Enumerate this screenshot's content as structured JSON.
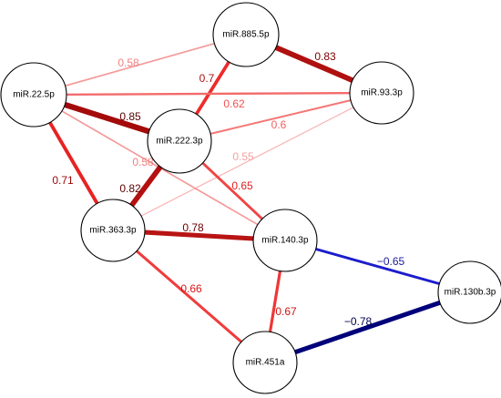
{
  "nodes": [
    {
      "id": "miR.885.5p",
      "label": "miR.885.5p"
    },
    {
      "id": "miR.22.5p",
      "label": "miR.22.5p"
    },
    {
      "id": "miR.93.3p",
      "label": "miR.93.3p"
    },
    {
      "id": "miR.222.3p",
      "label": "miR.222.3p"
    },
    {
      "id": "miR.363.3p",
      "label": "miR.363.3p"
    },
    {
      "id": "miR.140.3p",
      "label": "miR.140.3p"
    },
    {
      "id": "miR.130b.3p",
      "label": "miR.130b.3p"
    },
    {
      "id": "miR.451a",
      "label": "miR.451a"
    }
  ],
  "edges": [
    {
      "source": "miR.22.5p",
      "target": "miR.885.5p",
      "weight": 0.58,
      "label": "0.58",
      "color": "#f59a9a",
      "label_color": "#f08080"
    },
    {
      "source": "miR.885.5p",
      "target": "miR.93.3p",
      "weight": 0.83,
      "label": "0.83",
      "color": "#b01010",
      "label_color": "#7a0000"
    },
    {
      "source": "miR.885.5p",
      "target": "miR.222.3p",
      "weight": 0.7,
      "label": "0.7",
      "color": "#ee2a2a",
      "label_color": "#b01010"
    },
    {
      "source": "miR.22.5p",
      "target": "miR.93.3p",
      "weight": 0.62,
      "label": "0.62",
      "color": "#f36a6a",
      "label_color": "#f05050"
    },
    {
      "source": "miR.22.5p",
      "target": "miR.222.3p",
      "weight": 0.85,
      "label": "0.85",
      "color": "#a40a0a",
      "label_color": "#5a0000"
    },
    {
      "source": "miR.222.3p",
      "target": "miR.93.3p",
      "weight": 0.6,
      "label": "0.6",
      "color": "#f47878",
      "label_color": "#f06060"
    },
    {
      "source": "miR.363.3p",
      "target": "miR.93.3p",
      "weight": 0.55,
      "label": "0.55",
      "color": "#f8b4b4",
      "label_color": "#f5a0a0"
    },
    {
      "source": "miR.22.5p",
      "target": "miR.140.3p",
      "weight": 0.58,
      "label": "0.58",
      "color": "#f59a9a",
      "label_color": "#f08080"
    },
    {
      "source": "miR.22.5p",
      "target": "miR.363.3p",
      "weight": 0.71,
      "label": "0.71",
      "color": "#e82222",
      "label_color": "#a00808"
    },
    {
      "source": "miR.222.3p",
      "target": "miR.363.3p",
      "weight": 0.82,
      "label": "0.82",
      "color": "#b41010",
      "label_color": "#5a0000"
    },
    {
      "source": "miR.222.3p",
      "target": "miR.140.3p",
      "weight": 0.65,
      "label": "0.65",
      "color": "#f04444",
      "label_color": "#e02020"
    },
    {
      "source": "miR.363.3p",
      "target": "miR.140.3p",
      "weight": 0.78,
      "label": "0.78",
      "color": "#b81414",
      "label_color": "#6a0000"
    },
    {
      "source": "miR.363.3p",
      "target": "miR.451a",
      "weight": 0.66,
      "label": "0.66",
      "color": "#f03c3c",
      "label_color": "#d81818"
    },
    {
      "source": "miR.140.3p",
      "target": "miR.451a",
      "weight": 0.67,
      "label": "0.67",
      "color": "#f03636",
      "label_color": "#d01010"
    },
    {
      "source": "miR.140.3p",
      "target": "miR.130b.3p",
      "weight": -0.65,
      "label": "−0.65",
      "color": "#1c1ccc",
      "label_color": "#1c1c9c"
    },
    {
      "source": "miR.451a",
      "target": "miR.130b.3p",
      "weight": -0.78,
      "label": "−0.78",
      "color": "#00007a",
      "label_color": "#000050"
    }
  ]
}
